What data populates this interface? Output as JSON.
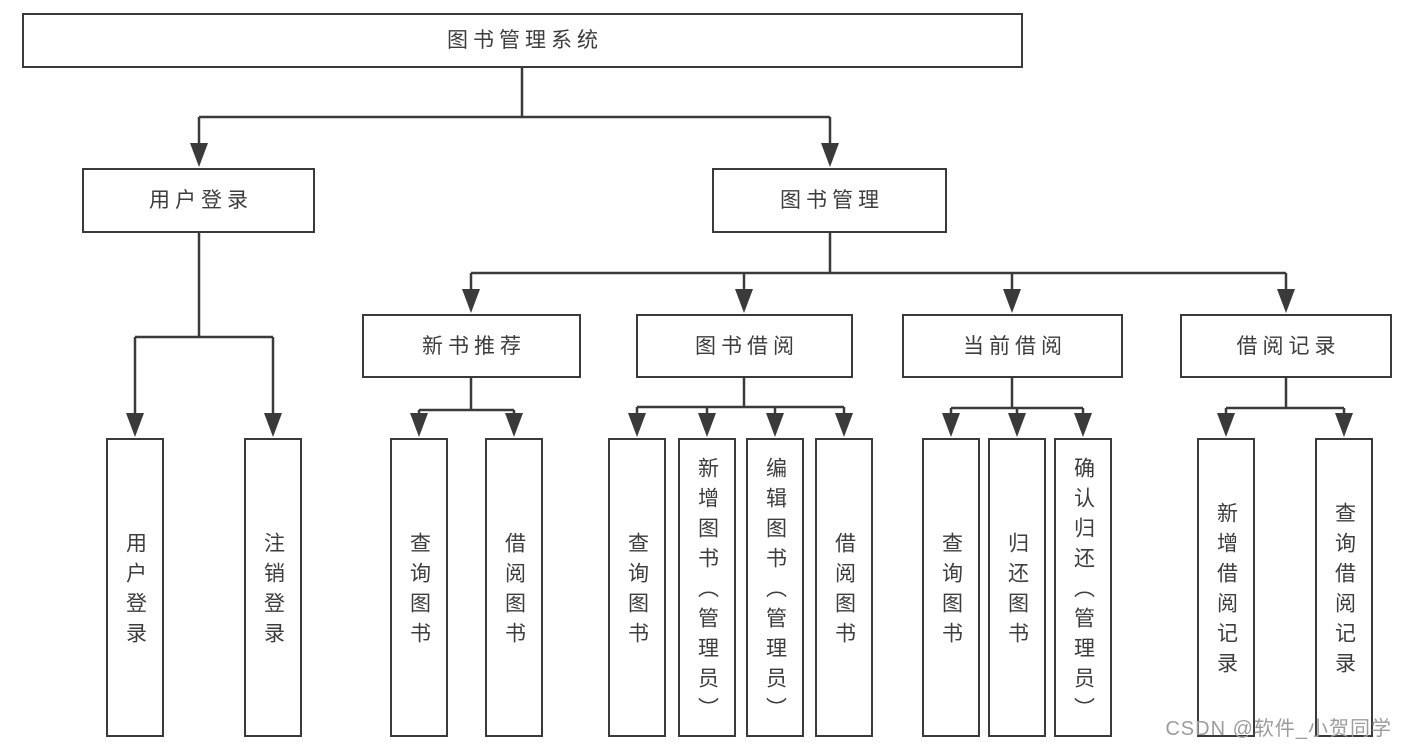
{
  "diagram_title": "图书管理系统",
  "colors": {
    "line": "#3a3a3a",
    "text": "#3d3d3d",
    "box_background": "#ffffff",
    "page_background": "#ffffff",
    "watermark": "#9c9c9c"
  },
  "tree": {
    "root": {
      "label": "图书管理系统"
    },
    "level2": [
      {
        "label": "用户登录"
      },
      {
        "label": "图书管理"
      }
    ],
    "level3": [
      {
        "label": "新书推荐"
      },
      {
        "label": "图书借阅"
      },
      {
        "label": "当前借阅"
      },
      {
        "label": "借阅记录"
      }
    ],
    "leaves": {
      "user_login": [
        {
          "label": "用户登录"
        },
        {
          "label": "注销登录"
        }
      ],
      "new_book_recommend": [
        {
          "label": "查询图书"
        },
        {
          "label": "借阅图书"
        }
      ],
      "book_borrow": [
        {
          "label": "查询图书"
        },
        {
          "label": "新增图书（管理员）"
        },
        {
          "label": "编辑图书（管理员）"
        },
        {
          "label": "借阅图书"
        }
      ],
      "current_borrow": [
        {
          "label": "查询图书"
        },
        {
          "label": "归还图书"
        },
        {
          "label": "确认归还（管理员）"
        }
      ],
      "borrow_records": [
        {
          "label": "新增借阅记录"
        },
        {
          "label": "查询借阅记录"
        }
      ]
    }
  },
  "watermark": {
    "text": "CSDN @软件_小贺同学"
  }
}
